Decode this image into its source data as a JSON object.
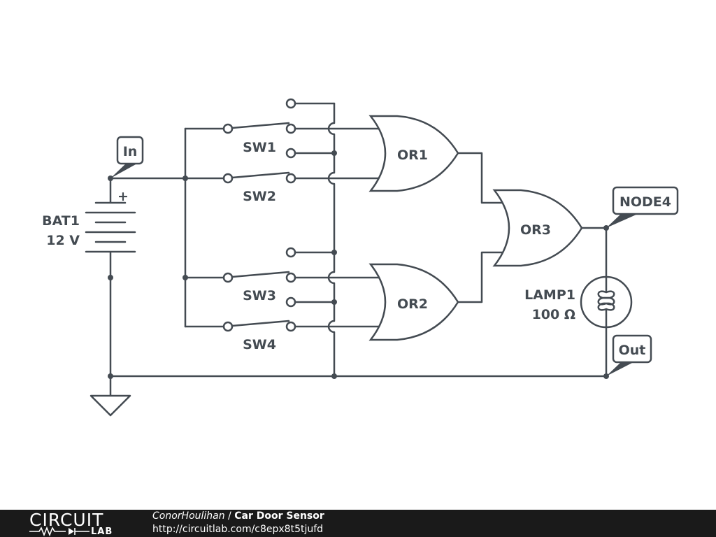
{
  "components": {
    "battery": {
      "name": "BAT1",
      "value": "12 V",
      "polarity": "+"
    },
    "switches": [
      "SW1",
      "SW2",
      "SW3",
      "SW4"
    ],
    "gates": [
      "OR1",
      "OR2",
      "OR3"
    ],
    "lamp": {
      "name": "LAMP1",
      "value": "100 Ω"
    }
  },
  "net_labels": {
    "in": "In",
    "node4": "NODE4",
    "out": "Out"
  },
  "footer": {
    "logo_top": "CIRCUIT",
    "logo_bottom": "LAB",
    "author": "ConorHoulihan",
    "separator": " / ",
    "title": "Car Door Sensor",
    "url": "http://circuitlab.com/c8epx8t5tjufd"
  },
  "colors": {
    "ink": "#444b52",
    "footer_bg": "#1a1a1a",
    "footer_text": "#ffffff"
  }
}
